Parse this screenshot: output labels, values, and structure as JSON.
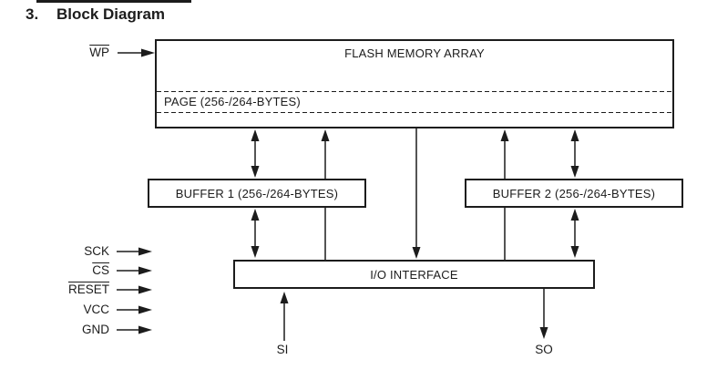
{
  "title": {
    "number": "3.",
    "text": "Block Diagram"
  },
  "colors": {
    "ink": "#1c1c1c",
    "background": "#ffffff"
  },
  "blocks": {
    "flash": {
      "label": "FLASH MEMORY ARRAY"
    },
    "page": {
      "label": "PAGE (256-/264-BYTES)"
    },
    "buffer1": {
      "label": "BUFFER 1 (256-/264-BYTES)"
    },
    "buffer2": {
      "label": "BUFFER 2 (256-/264-BYTES)"
    },
    "io": {
      "label": "I/O INTERFACE"
    }
  },
  "pins": {
    "wp": {
      "label": "WP",
      "overline": true,
      "direction": "input"
    },
    "left": [
      {
        "label": "SCK",
        "overline": false,
        "direction": "input"
      },
      {
        "label": "CS",
        "overline": true,
        "direction": "input"
      },
      {
        "label": "RESET",
        "overline": true,
        "direction": "input"
      },
      {
        "label": "VCC",
        "overline": false,
        "direction": "input"
      },
      {
        "label": "GND",
        "overline": false,
        "direction": "input"
      }
    ],
    "si": {
      "label": "SI",
      "direction": "input"
    },
    "so": {
      "label": "SO",
      "direction": "output"
    }
  }
}
